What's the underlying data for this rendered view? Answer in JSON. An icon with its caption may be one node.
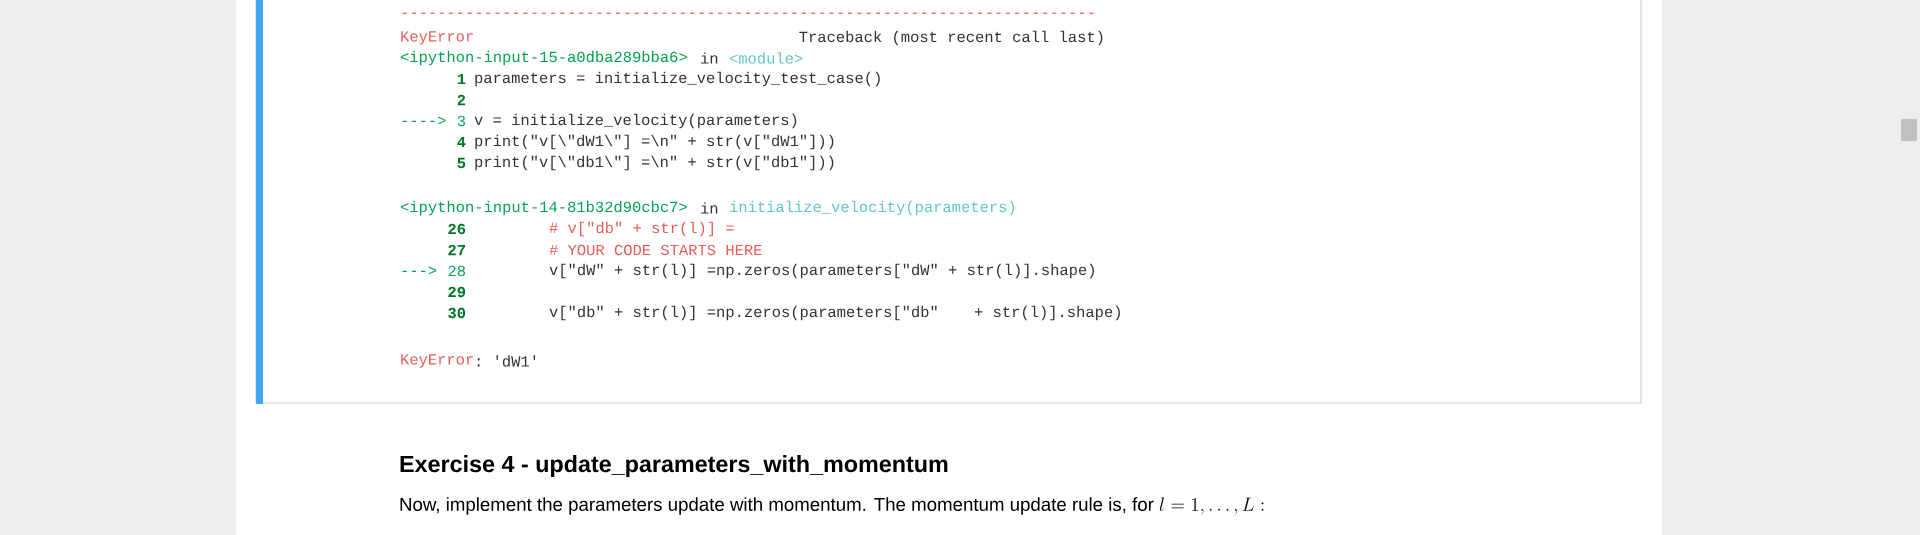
{
  "diagram": {
    "title": "Exercise 4 - update_parameters_with_momentum",
    "labels": [
      "---------------------------------------------------------------------------",
      "KeyError",
      "Traceback (most recent call last)",
      "<ipython-input-15-a0dba289bba6>",
      "in",
      "<module>",
      "1",
      "parameters = initialize_velocity_test_case()",
      "2",
      "---->",
      "3",
      "v = initialize_velocity(parameters)",
      "4",
      "print(\"v[\\\"dW1\\\"] =\\n\" + str(v[\"dW1\"]))",
      "5",
      "print(\"v[\\\"db1\\\"] =\\n\" + str(v[\"db1\"]))",
      "<ipython-input-14-81b32d90cbc7>",
      "in",
      "initialize_velocity(parameters)",
      "26",
      "# v[\"db\" + str(l)] =",
      "27",
      "# YOUR CODE STARTS HERE",
      "--->",
      "28",
      "v[\"dW\" + str(l)] =np.zeros(parameters[\"dW\" + str(l)].shape)",
      "29",
      "30",
      "v[\"db\" + str(l)] =np.zeros(parameters[\"db\"",
      "+ str(l)].shape)",
      "KeyError",
      ": 'dW1'",
      "Now, implement the parameters update with momentum. The momentum update rule is, for",
      "l = 1, \\ldots, L:"
    ]
  }
}
